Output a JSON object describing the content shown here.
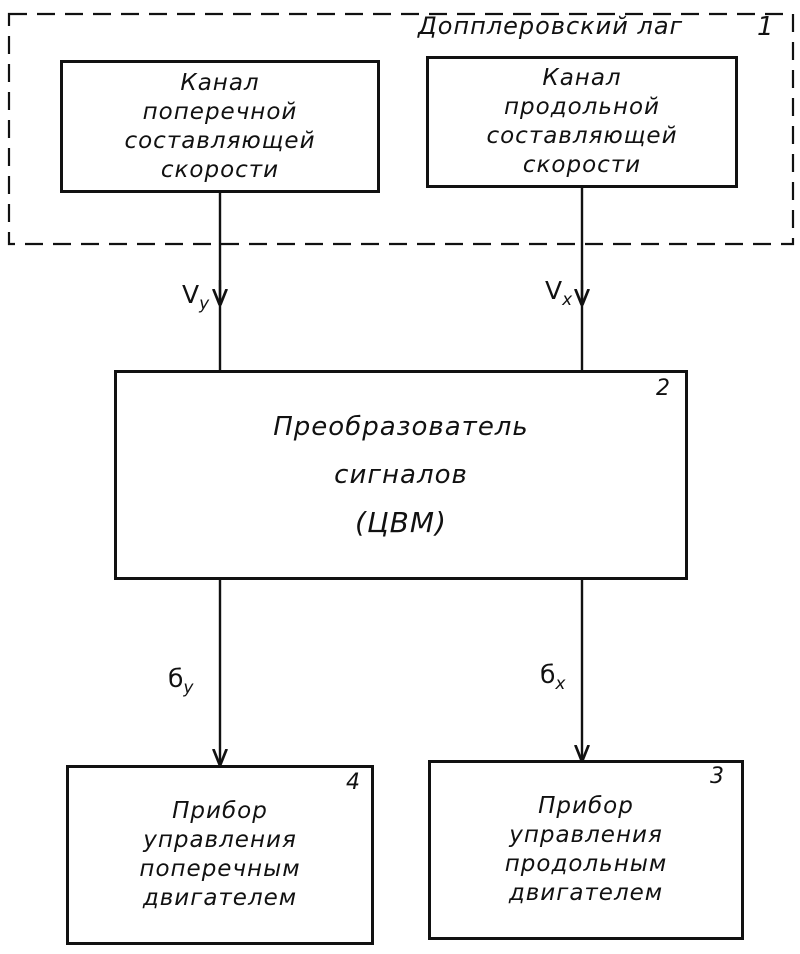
{
  "doppler_log": {
    "title": "Допплеровский лаг",
    "number": "1",
    "lateral_channel": [
      "Канал",
      "поперечной",
      "составляющей",
      "скорости"
    ],
    "longitudinal_channel": [
      "Канал",
      "продольной",
      "составляющей",
      "скорости"
    ]
  },
  "converter": {
    "number": "2",
    "lines": [
      "Преобразователь",
      "сигналов",
      "(ЦВМ)"
    ]
  },
  "lateral_control": {
    "number": "4",
    "lines": [
      "Прибор",
      "управления",
      "поперечным",
      "двигателем"
    ]
  },
  "longitudinal_control": {
    "number": "3",
    "lines": [
      "Прибор",
      "управления",
      "продольным",
      "двигателем"
    ]
  },
  "signals": {
    "vy": {
      "base": "V",
      "sub": "y"
    },
    "vx": {
      "base": "V",
      "sub": "x"
    },
    "sy": {
      "base": "б",
      "sub": "y"
    },
    "sx": {
      "base": "б",
      "sub": "x"
    }
  },
  "colors": {
    "ink": "#111111",
    "paper": "#ffffff"
  }
}
